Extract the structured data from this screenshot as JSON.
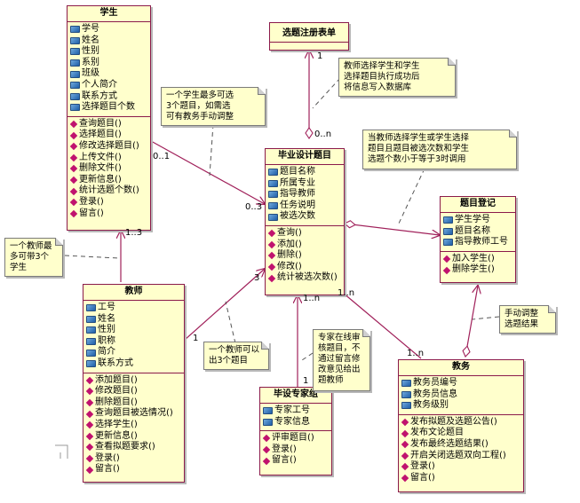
{
  "classes": {
    "student": {
      "name": "学生",
      "attributes": [
        "学号",
        "姓名",
        "性别",
        "系别",
        "班级",
        "个人简介",
        "联系方式",
        "选择题目个数"
      ],
      "operations": [
        "查询题目()",
        "选择题目()",
        "修改选择题目()",
        "上传文件()",
        "删除文件()",
        "更新信息()",
        "统计选题个数()",
        "登录()",
        "留言()"
      ]
    },
    "teacher": {
      "name": "教师",
      "attributes": [
        "工号",
        "姓名",
        "性别",
        "职称",
        "简介",
        "联系方式"
      ],
      "operations": [
        "添加题目()",
        "修改题目()",
        "删除题目()",
        "查询题目被选情况()",
        "选择学生()",
        "更新信息()",
        "查看拟题要求()",
        "登录()",
        "留言()"
      ]
    },
    "topic": {
      "name": "毕业设计题目",
      "attributes": [
        "题目名称",
        "所属专业",
        "指导教师",
        "任务说明",
        "被选次数"
      ],
      "operations": [
        "查询()",
        "添加()",
        "删除()",
        "修改()",
        "统计被选次数()"
      ]
    },
    "registration": {
      "name": "题目登记",
      "attributes": [
        "学生学号",
        "题目名称",
        "指导教师工号"
      ],
      "operations": [
        "加入学生()",
        "删除学生()"
      ]
    },
    "expert": {
      "name": "毕设专家组",
      "attributes": [
        "专家工号",
        "专家信息"
      ],
      "operations": [
        "评审题目()",
        "登录()",
        "留言()"
      ]
    },
    "admin": {
      "name": "教务",
      "attributes": [
        "教务员编号",
        "教务员信息",
        "教务级别"
      ],
      "operations": [
        "发布拟题及选题公告()",
        "发布文论题目",
        "发布最终选题结果()",
        "开启关闭选题双向工程()",
        "登录()",
        "留言()"
      ]
    },
    "form": {
      "name": "选题注册表单",
      "attributes": [],
      "operations": []
    }
  },
  "notes": {
    "n_form": "教师选择学生和学生\n选择题目执行成功后\n将信息写入数据库",
    "n_student": "一个学生最多可选\n3个题目，如需选\n可有教务手动调整",
    "n_trigger": "当教师选择学生或学生选择\n题目且题目被选次数和学生\n选题个数小于等于3时调用",
    "n_teacher_students": "一个教师最\n多可带3个\n学生",
    "n_teacher_topics": "一个教师可以\n出3个题目",
    "n_expert": "专家在线审\n核题目，不\n通过留言修\n改意见给出\n题教师",
    "n_admin": "手动调整\n选题结果"
  },
  "multiplicities": {
    "form_end": "1",
    "topic_top": "0..n",
    "student_end": "0..1",
    "topic_left": "0..3",
    "teacher_top": "1..3",
    "teacher_right": "1",
    "topic_teacher": "3",
    "topic_expert": "1..n",
    "topic_admin": "1..n",
    "admin_end": "1..n",
    "expert_end": "1"
  },
  "colors": {
    "class_fill": "#ffffcc",
    "class_border": "#8b1a4a",
    "line": "#a0205a"
  }
}
